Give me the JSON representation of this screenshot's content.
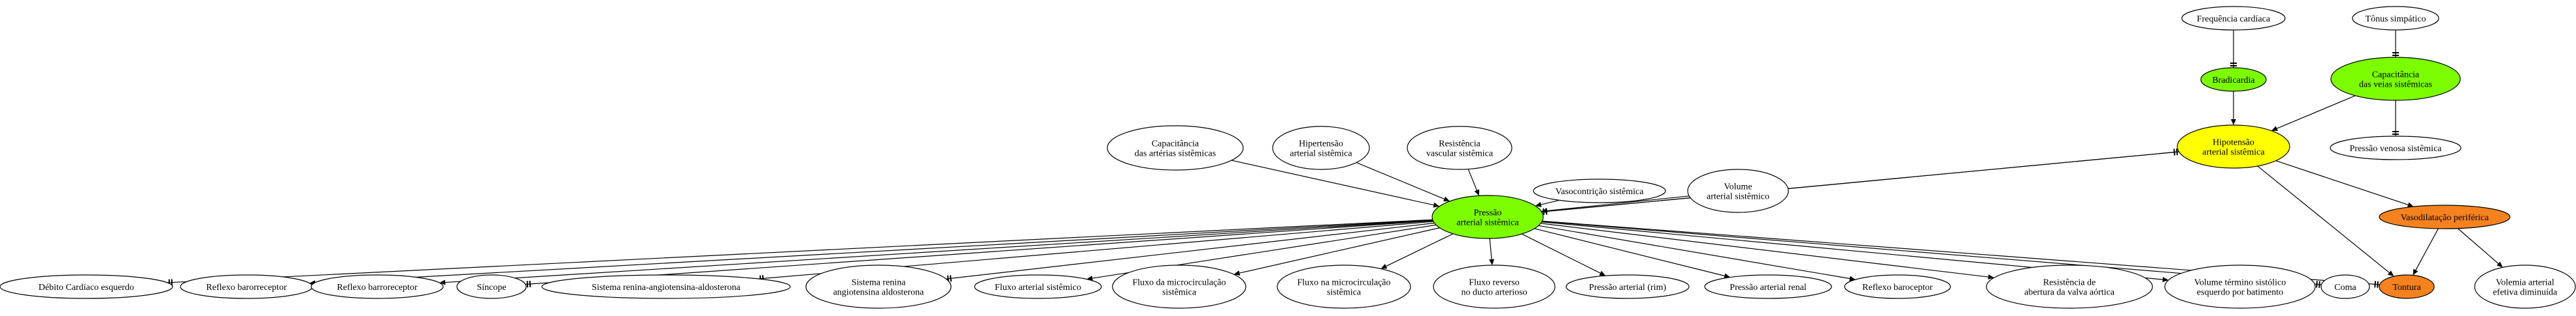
{
  "colors": {
    "default_fill": "#ffffff",
    "highlight_green": "#7cfc00",
    "highlight_yellow": "#ffff00",
    "highlight_orange": "#f5821f",
    "stroke": "#000000"
  },
  "nodes": [
    {
      "id": "freq",
      "lines": [
        "Frequência cardíaca"
      ],
      "fill": "default_fill"
    },
    {
      "id": "tonus",
      "lines": [
        "Tônus simpático"
      ],
      "fill": "default_fill"
    },
    {
      "id": "bradi",
      "lines": [
        "Bradicardia"
      ],
      "fill": "highlight_green"
    },
    {
      "id": "capveias",
      "lines": [
        "Capacitância",
        "das veias sistêmicas"
      ],
      "fill": "highlight_green"
    },
    {
      "id": "hipot",
      "lines": [
        "Hipotensão",
        "arterial sistêmica"
      ],
      "fill": "highlight_yellow"
    },
    {
      "id": "pvenosa",
      "lines": [
        "Pressão venosa sistêmica"
      ],
      "fill": "default_fill"
    },
    {
      "id": "caparterias",
      "lines": [
        "Capacitância",
        "das artérias sistêmicas"
      ],
      "fill": "default_fill"
    },
    {
      "id": "hipert",
      "lines": [
        "Hipertensão",
        "arterial sistêmica"
      ],
      "fill": "default_fill"
    },
    {
      "id": "resist",
      "lines": [
        "Resistência",
        "vascular sistêmica"
      ],
      "fill": "default_fill"
    },
    {
      "id": "vasoc",
      "lines": [
        "Vasocontrição sistêmica"
      ],
      "fill": "default_fill"
    },
    {
      "id": "volume",
      "lines": [
        "Volume",
        "arterial sistêmico"
      ],
      "fill": "default_fill"
    },
    {
      "id": "pressao",
      "lines": [
        "Pressão",
        "arterial sistêmica"
      ],
      "fill": "highlight_green"
    },
    {
      "id": "vasod",
      "lines": [
        "Vasodilatação periférica"
      ],
      "fill": "highlight_orange"
    },
    {
      "id": "debito",
      "lines": [
        "Débito Cardíaco esquerdo"
      ],
      "fill": "default_fill"
    },
    {
      "id": "reflexo1",
      "lines": [
        "Reflexo barorreceptor"
      ],
      "fill": "default_fill"
    },
    {
      "id": "reflexo2",
      "lines": [
        "Reflexo barroreceptor"
      ],
      "fill": "default_fill"
    },
    {
      "id": "sincope",
      "lines": [
        "Síncope"
      ],
      "fill": "default_fill"
    },
    {
      "id": "sraa1",
      "lines": [
        "Sistema renina-angiotensina-aldosterona"
      ],
      "fill": "default_fill"
    },
    {
      "id": "sraa2",
      "lines": [
        "Sistema renina",
        "angiotensina aldosterona"
      ],
      "fill": "default_fill"
    },
    {
      "id": "fluxo",
      "lines": [
        "Fluxo arterial sistêmico"
      ],
      "fill": "default_fill"
    },
    {
      "id": "fmicro1",
      "lines": [
        "Fluxo da microcirculação",
        "sistêmica"
      ],
      "fill": "default_fill"
    },
    {
      "id": "fmicro2",
      "lines": [
        "Fluxo na microcirculação",
        "sistêmica"
      ],
      "fill": "default_fill"
    },
    {
      "id": "freverso",
      "lines": [
        "Fluxo reverso",
        "no ducto arterioso"
      ],
      "fill": "default_fill"
    },
    {
      "id": "prim",
      "lines": [
        "Pressão arterial (rim)"
      ],
      "fill": "default_fill"
    },
    {
      "id": "prenal",
      "lines": [
        "Pressão arterial renal"
      ],
      "fill": "default_fill"
    },
    {
      "id": "reflexo3",
      "lines": [
        "Reflexo baroceptor"
      ],
      "fill": "default_fill"
    },
    {
      "id": "resvalva",
      "lines": [
        "Resistência de",
        "abertura da valva aórtica"
      ],
      "fill": "default_fill"
    },
    {
      "id": "voltermino",
      "lines": [
        "Volume término sistólico",
        "esquerdo por batimento"
      ],
      "fill": "default_fill"
    },
    {
      "id": "coma",
      "lines": [
        "Coma"
      ],
      "fill": "default_fill"
    },
    {
      "id": "tontura",
      "lines": [
        "Tontura"
      ],
      "fill": "highlight_orange"
    },
    {
      "id": "volemia",
      "lines": [
        "Volemia arterial",
        "efetiva diminuída"
      ],
      "fill": "default_fill"
    }
  ],
  "edges": [
    {
      "from": "freq",
      "to": "bradi",
      "head": "tee"
    },
    {
      "from": "tonus",
      "to": "capveias",
      "head": "tee"
    },
    {
      "from": "bradi",
      "to": "hipot",
      "head": "arrow"
    },
    {
      "from": "capveias",
      "to": "hipot",
      "head": "arrow"
    },
    {
      "from": "capveias",
      "to": "pvenosa",
      "head": "tee"
    },
    {
      "from": "caparterias",
      "to": "pressao",
      "head": "arrow"
    },
    {
      "from": "hipert",
      "to": "pressao",
      "head": "arrow"
    },
    {
      "from": "resist",
      "to": "pressao",
      "head": "arrow"
    },
    {
      "from": "vasoc",
      "to": "pressao",
      "head": "arrow"
    },
    {
      "from": "volume",
      "to": "pressao",
      "head": "arrow"
    },
    {
      "from": "hipot",
      "to": "pressao",
      "head": "tee"
    },
    {
      "from": "pressao",
      "to": "hipot",
      "head": "tee"
    },
    {
      "from": "hipot",
      "to": "vasod",
      "head": "arrow"
    },
    {
      "from": "hipot",
      "to": "tontura",
      "head": "arrow"
    },
    {
      "from": "vasod",
      "to": "tontura",
      "head": "arrow"
    },
    {
      "from": "vasod",
      "to": "volemia",
      "head": "arrow"
    },
    {
      "from": "pressao",
      "to": "debito",
      "head": "tee"
    },
    {
      "from": "pressao",
      "to": "reflexo1",
      "head": "arrow"
    },
    {
      "from": "pressao",
      "to": "reflexo2",
      "head": "arrow"
    },
    {
      "from": "pressao",
      "to": "sincope",
      "head": "tee"
    },
    {
      "from": "pressao",
      "to": "sraa1",
      "head": "tee"
    },
    {
      "from": "pressao",
      "to": "sraa2",
      "head": "tee"
    },
    {
      "from": "pressao",
      "to": "fluxo",
      "head": "arrow"
    },
    {
      "from": "pressao",
      "to": "fmicro1",
      "head": "arrow"
    },
    {
      "from": "pressao",
      "to": "fmicro2",
      "head": "arrow"
    },
    {
      "from": "pressao",
      "to": "freverso",
      "head": "arrow"
    },
    {
      "from": "pressao",
      "to": "prim",
      "head": "arrow"
    },
    {
      "from": "pressao",
      "to": "prenal",
      "head": "arrow"
    },
    {
      "from": "pressao",
      "to": "reflexo3",
      "head": "arrow"
    },
    {
      "from": "pressao",
      "to": "resvalva",
      "head": "arrow"
    },
    {
      "from": "pressao",
      "to": "voltermino",
      "head": "arrow"
    },
    {
      "from": "pressao",
      "to": "coma",
      "head": "tee"
    },
    {
      "from": "pressao",
      "to": "tontura",
      "head": "tee"
    }
  ]
}
